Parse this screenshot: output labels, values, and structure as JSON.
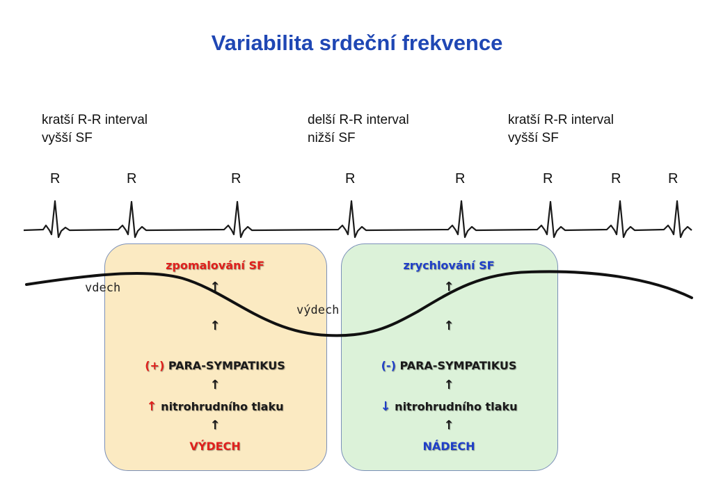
{
  "title": "Variabilita srdeční frekvence",
  "intervals": [
    {
      "line1": "kratší R-R interval",
      "line2": "vyšší SF"
    },
    {
      "line1": "delší R-R interval",
      "line2": "nižší SF"
    },
    {
      "line1": "kratší R-R interval",
      "line2": "vyšší SF"
    }
  ],
  "r_labels": [
    "R",
    "R",
    "R",
    "R",
    "R",
    "R",
    "R",
    "R"
  ],
  "breath_labels": {
    "inhale": "vdech",
    "exhale": "výdech"
  },
  "left_box": {
    "result": "zpomalování SF",
    "arrow1": "↑",
    "arrow2": "↑",
    "system_sign": "(+)",
    "system_name": "PARA-SYMPATIKUS",
    "arrow3": "↑",
    "pressure_arrow": "↑",
    "pressure_text": "nitrohrudního tlaku",
    "arrow4": "↑",
    "phase": "VÝDECH"
  },
  "right_box": {
    "result": "zrychlování SF",
    "arrow1": "↑",
    "arrow2": "↑",
    "system_sign": "(-)",
    "system_name": "PARA-SYMPATIKUS",
    "arrow3": "↑",
    "pressure_arrow": "↓",
    "pressure_text": "nitrohrudního tlaku",
    "arrow4": "↑",
    "phase": "NÁDECH"
  },
  "colors": {
    "title": "#1f47b4",
    "red": "#e0201c",
    "blue": "#1f3fc8",
    "left_box": "#fbeac2",
    "right_box": "#dcf2d9"
  }
}
